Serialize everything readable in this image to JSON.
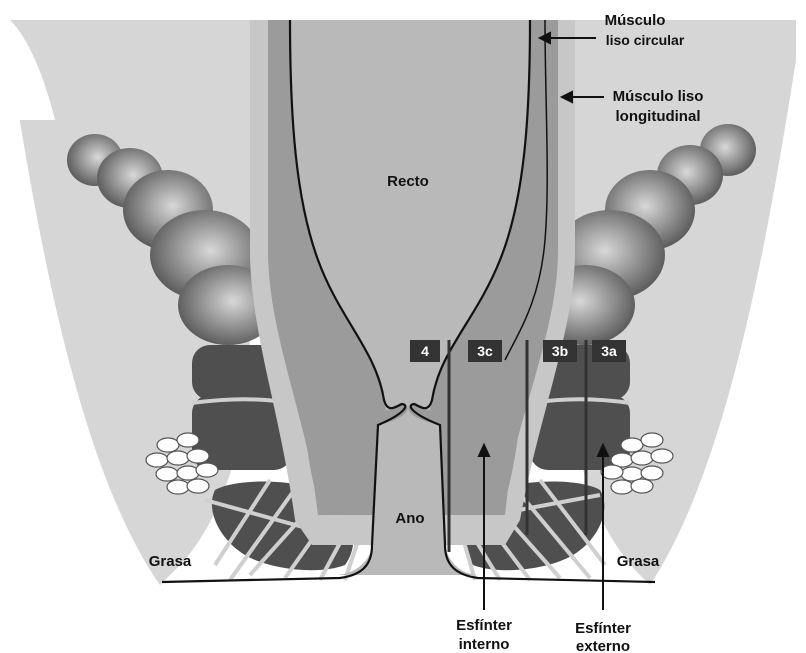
{
  "labels": {
    "rectum": "Recto",
    "anus": "Ano",
    "fat_left": "Grasa",
    "fat_right": "Grasa",
    "circular_muscle_line1": "Músculo",
    "circular_muscle_line2": "liso circular",
    "longitudinal_muscle_line1": "Músculo liso",
    "longitudinal_muscle_line2": "longitudinal",
    "internal_sphincter_line1": "Esfínter",
    "internal_sphincter_line2": "interno",
    "external_sphincter_line1": "Esfínter",
    "external_sphincter_line2": "externo"
  },
  "tear_grades": [
    "4",
    "3c",
    "3b",
    "3a"
  ],
  "colors": {
    "background": "#ffffff",
    "tissue_light": "#d2d2d2",
    "muscle_circular": "#9b9b9b",
    "muscle_longitudinal": "#bdbdbd",
    "external_sphincter": "#4f4f4f",
    "lumen": "#b9b9b9",
    "badge": "#333333",
    "outline": "#111111"
  }
}
